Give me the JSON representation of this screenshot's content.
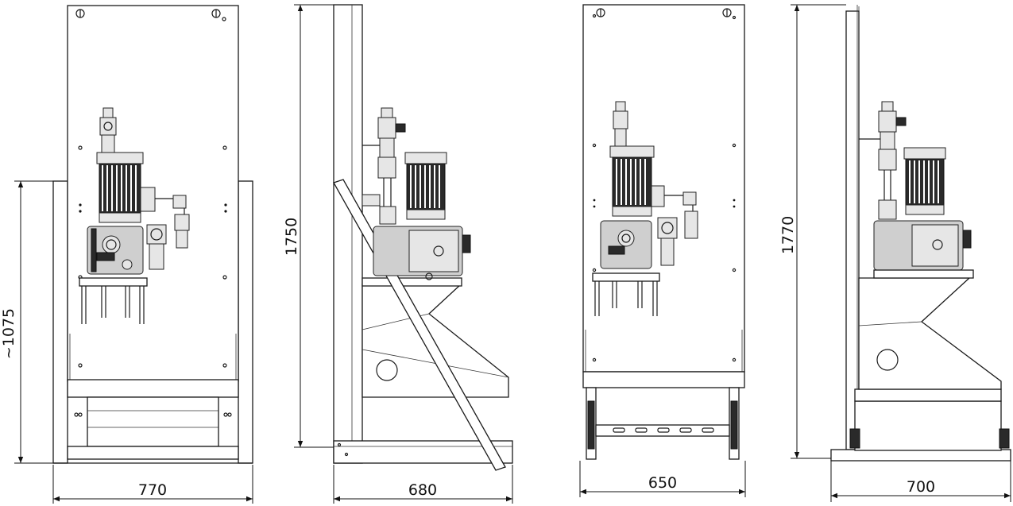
{
  "views": [
    {
      "name": "front-view-1",
      "width_label": "770",
      "height_label": "~1075"
    },
    {
      "name": "side-view-1",
      "width_label": "680",
      "height_label": "1750"
    },
    {
      "name": "front-view-2",
      "width_label": "650"
    },
    {
      "name": "side-view-2",
      "width_label": "700",
      "height_label": "1770"
    }
  ],
  "colors": {
    "line": "#1a1a1a",
    "motor": "#111111",
    "pump_body": "#cfcfcf",
    "background": "#ffffff"
  }
}
